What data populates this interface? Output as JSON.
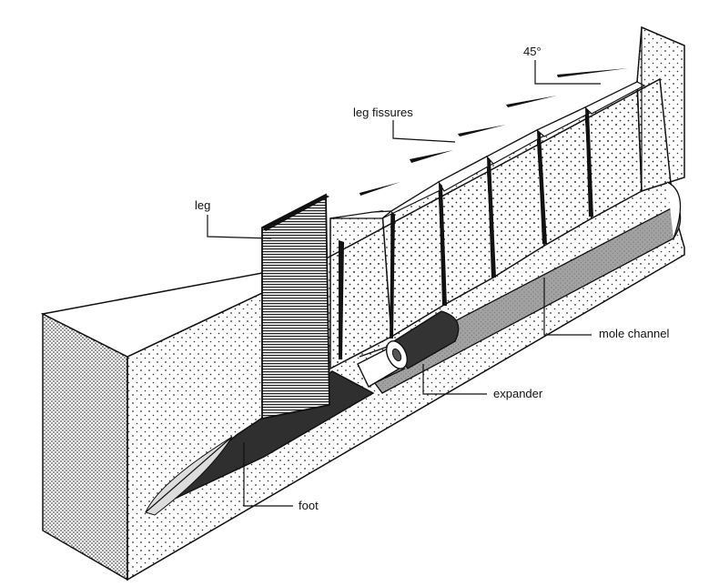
{
  "labels": {
    "angle": "45°",
    "leg_fissures": "leg fissures",
    "leg": "leg",
    "mole_channel": "mole channel",
    "expander": "expander",
    "foot": "foot"
  },
  "colors": {
    "ink": "#111111",
    "soil_fill": "#ffffff",
    "channel_fill": "#9c9c9c",
    "cylinder_fill": "#3a3a3a",
    "paper": "#ffffff"
  }
}
